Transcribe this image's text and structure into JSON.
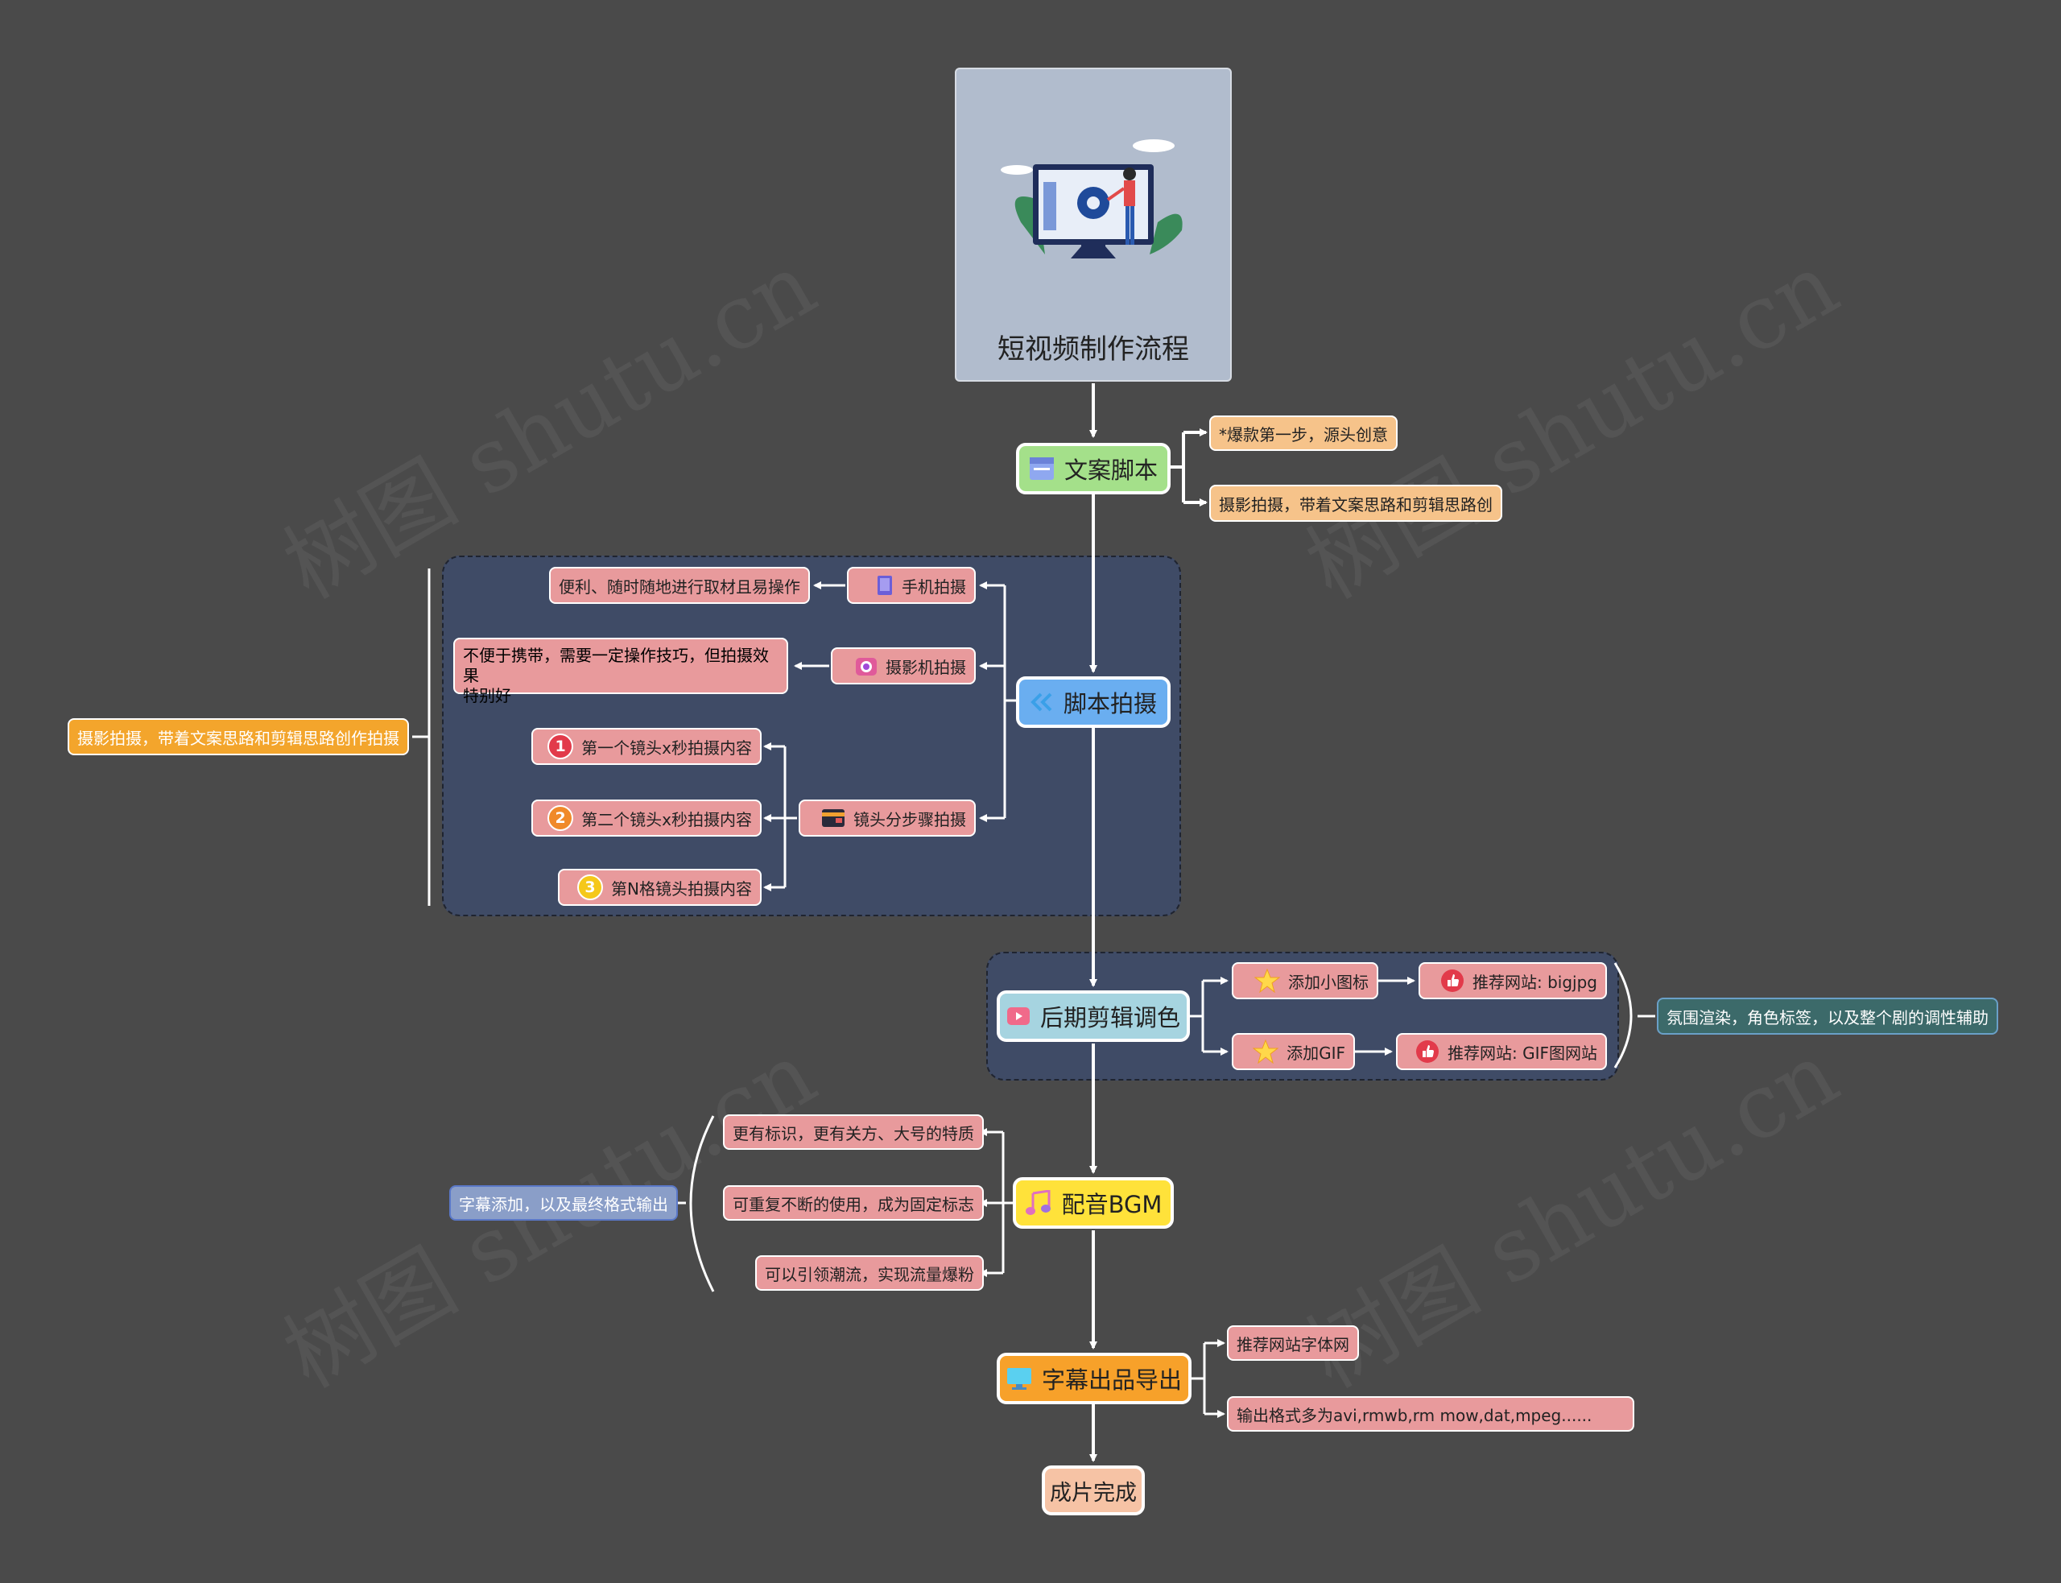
{
  "title": "短视频制作流程",
  "watermark": "树图 shutu.cn",
  "main": {
    "script": "文案脚本",
    "shoot": "脚本拍摄",
    "edit": "后期剪辑调色",
    "bgm": "配音BGM",
    "export": "字幕出品导出",
    "done": "成片完成"
  },
  "script_notes": [
    "*爆款第一步，源头创意",
    "摄影拍摄，带着文案思路和剪辑思路创"
  ],
  "shoot_branch": {
    "phone": "手机拍摄",
    "phone_note": "便利、随时随地进行取材且易操作",
    "camera": "摄影机拍摄",
    "camera_note_l1": "不便于携带，需要一定操作技巧，但拍摄效果",
    "camera_note_l2": "特别好",
    "steps": "镜头分步骤拍摄",
    "step_items": [
      {
        "num": "1",
        "label": "第一个镜头x秒拍摄内容"
      },
      {
        "num": "2",
        "label": "第二个镜头x秒拍摄内容"
      },
      {
        "num": "3",
        "label": "第N格镜头拍摄内容"
      }
    ],
    "summary": "摄影拍摄，带着文案思路和剪辑思路创作拍摄"
  },
  "edit_branch": {
    "icon_add": "添加小图标",
    "icon_site": "推荐网站: bigjpg",
    "gif_add": "添加GIF",
    "gif_site": "推荐网站: GIF图网站",
    "summary": "氛围渲染，角色标签，以及整个剧的调性辅助"
  },
  "bgm_branch": {
    "items": [
      "更有标识，更有关方、大号的特质",
      "可重复不断的使用，成为固定标志",
      "可以引领潮流，实现流量爆粉"
    ],
    "summary": "字幕添加，以及最终格式输出"
  },
  "export_branch": {
    "items": [
      "推荐网站字体网",
      "输出格式多为avi,rmwb,rm mow,dat,mpeg......"
    ]
  },
  "colors": {
    "background": "#4a4a4a",
    "script": "#a4e08a",
    "shoot": "#6aaef0",
    "edit": "#a6d4e0",
    "bgm": "#ffe23a",
    "export": "#f7a12a",
    "done": "#f6c3a5",
    "leaf": "#e89a9c",
    "note": "#f6c38a"
  }
}
